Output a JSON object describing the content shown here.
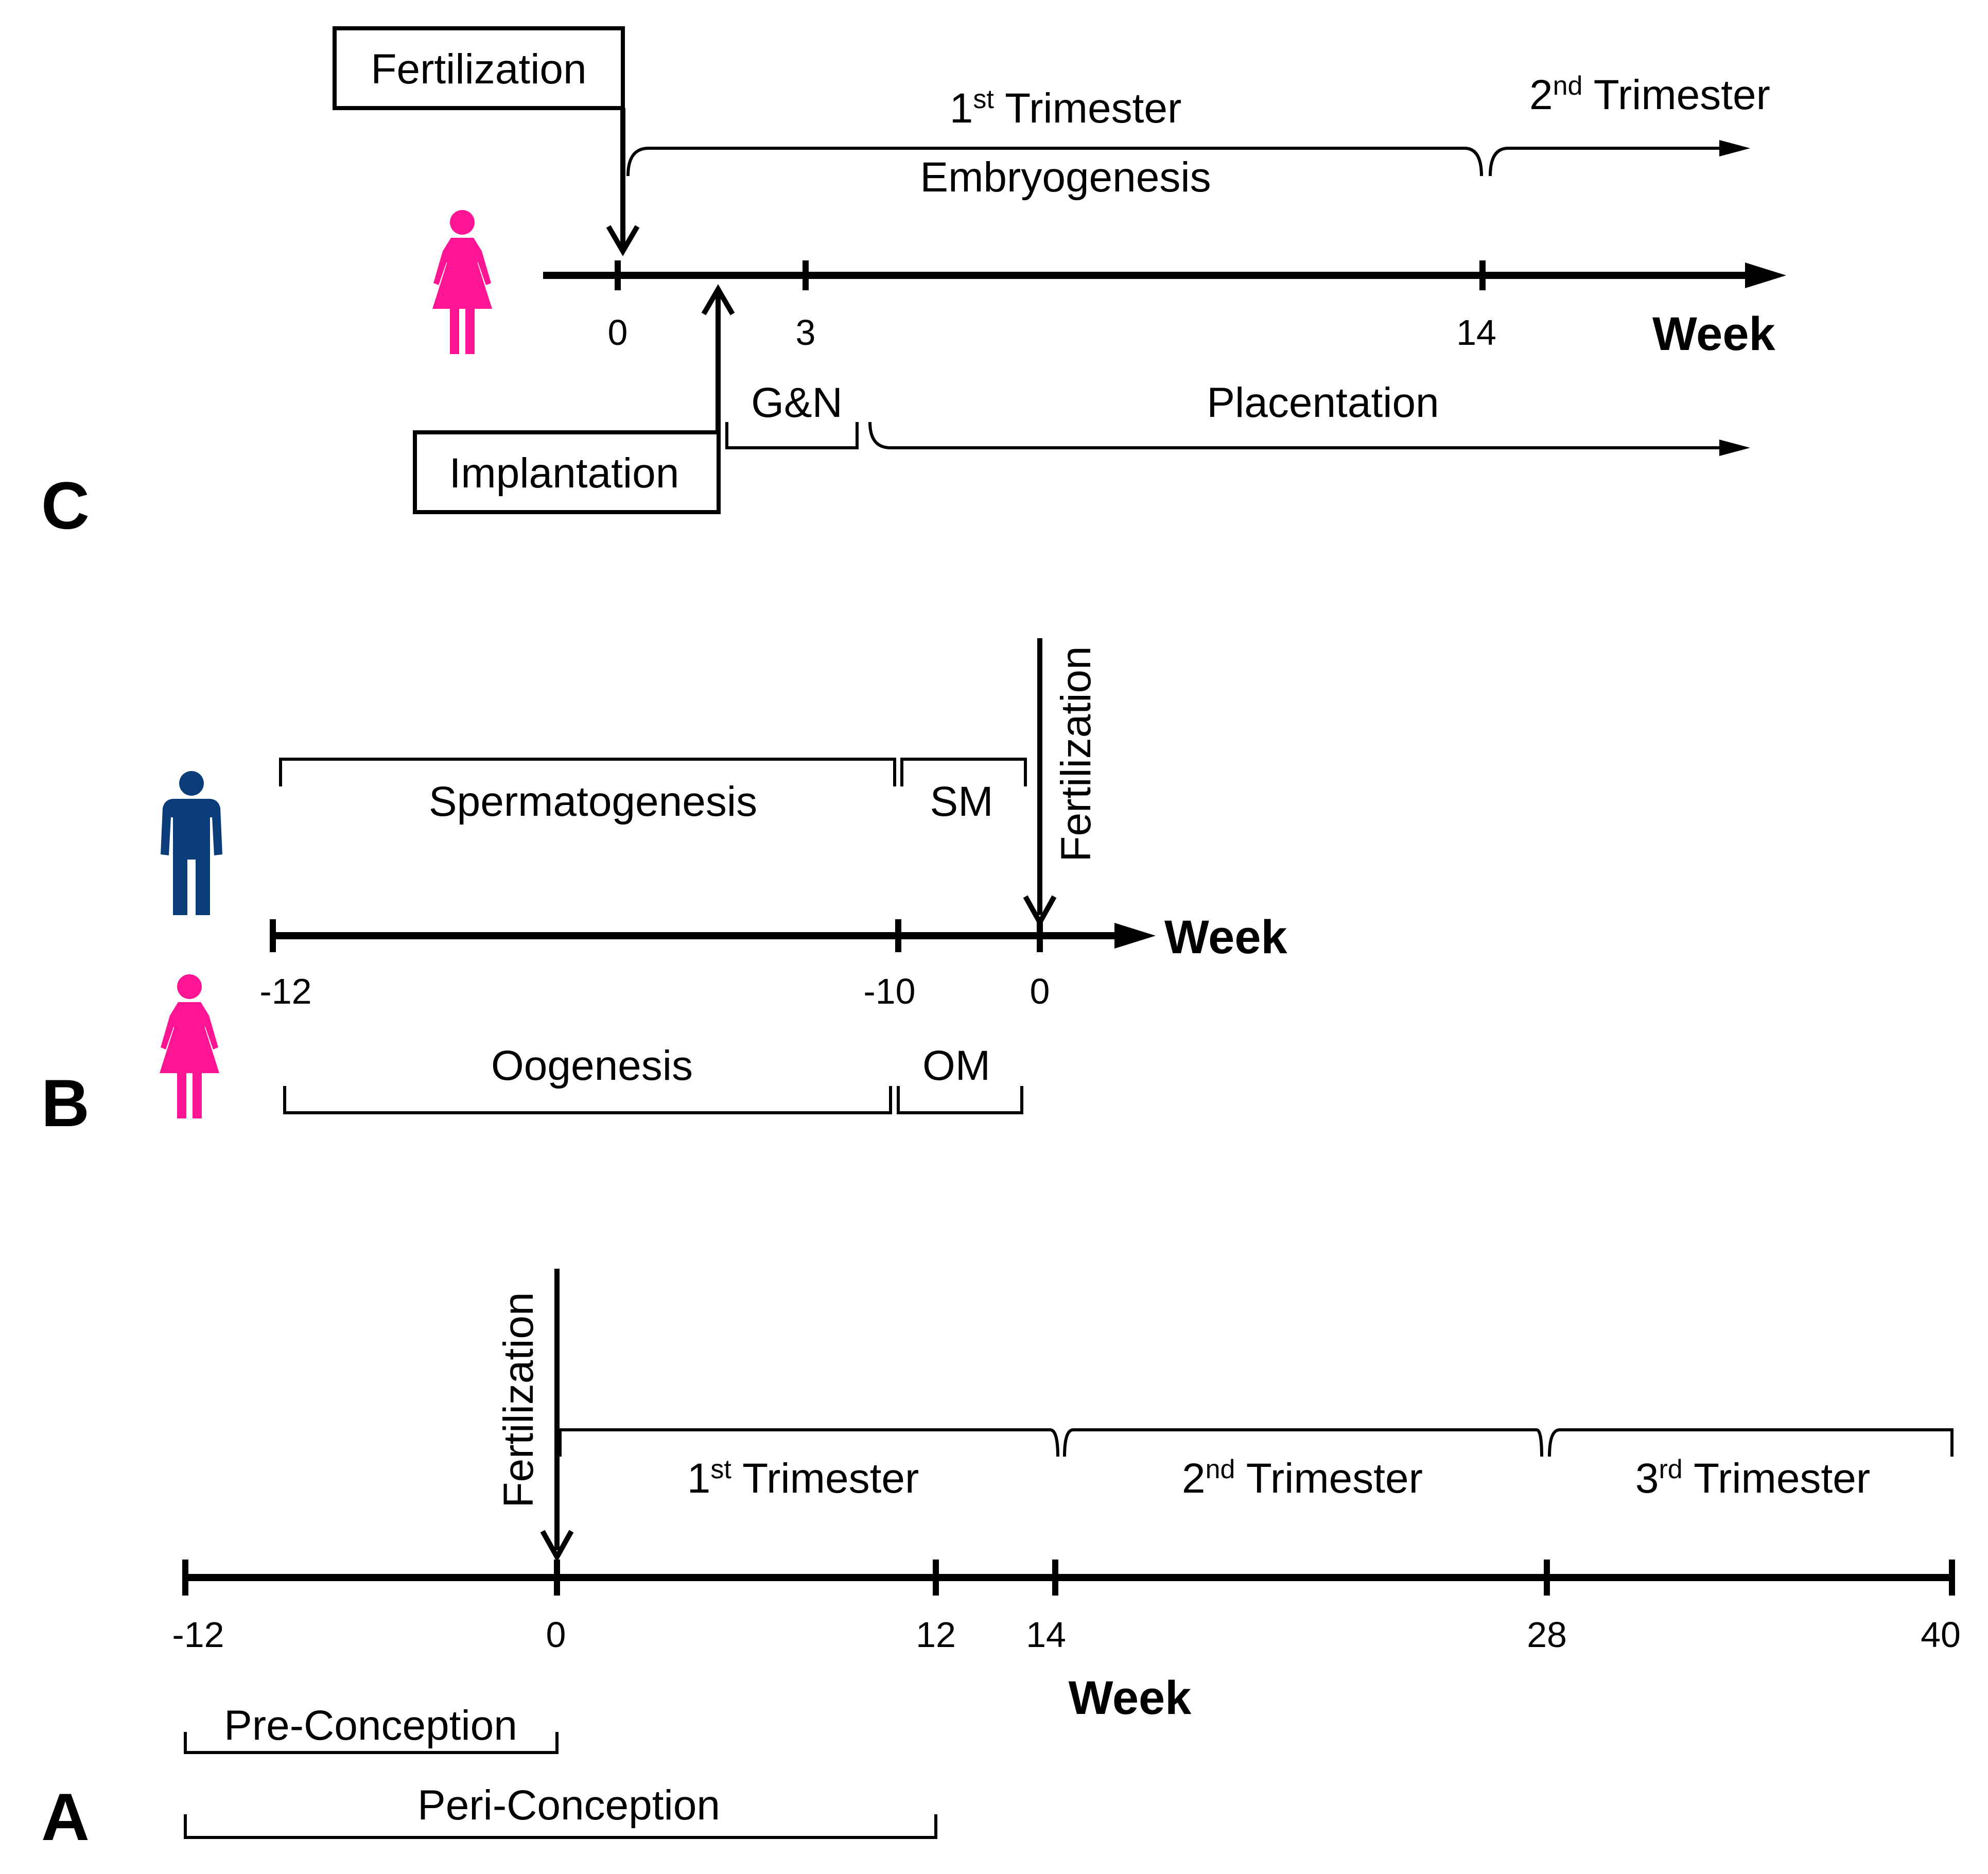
{
  "colors": {
    "female": "#ff1493",
    "male": "#0b3d7a",
    "line": "#000000"
  },
  "icons": {
    "female": "female-person-icon",
    "male": "male-person-icon"
  },
  "panel_c": {
    "letter": "C",
    "fertilization": "Fertilization",
    "implantation": "Implantation",
    "first_trimester_num": "1",
    "first_trimester_sup": "st",
    "first_trimester_rest": " Trimester",
    "second_trimester_num": "2",
    "second_trimester_sup": "nd",
    "second_trimester_rest": " Trimester",
    "embryogenesis": "Embryogenesis",
    "gn": "G&N",
    "placentation": "Placentation",
    "axis_label": "Week",
    "ticks": [
      "0",
      "3",
      "14"
    ]
  },
  "panel_b": {
    "letter": "B",
    "spermatogenesis": "Spermatogenesis",
    "sm": "SM",
    "oogenesis": "Oogenesis",
    "om": "OM",
    "fertilization": "Fertilization",
    "axis_label": "Week",
    "ticks": [
      "-12",
      "-10",
      "0"
    ]
  },
  "panel_a": {
    "letter": "A",
    "fertilization": "Fertilization",
    "first_trimester_num": "1",
    "first_trimester_sup": "st",
    "first_trimester_rest": " Trimester",
    "second_trimester_num": "2",
    "second_trimester_sup": "nd",
    "second_trimester_rest": " Trimester",
    "third_trimester_num": "3",
    "third_trimester_sup": "rd",
    "third_trimester_rest": " Trimester",
    "pre_conception": "Pre-Conception",
    "peri_conception": "Peri-Conception",
    "axis_label": "Week",
    "ticks": [
      "-12",
      "0",
      "12",
      "14",
      "28",
      "40"
    ]
  }
}
